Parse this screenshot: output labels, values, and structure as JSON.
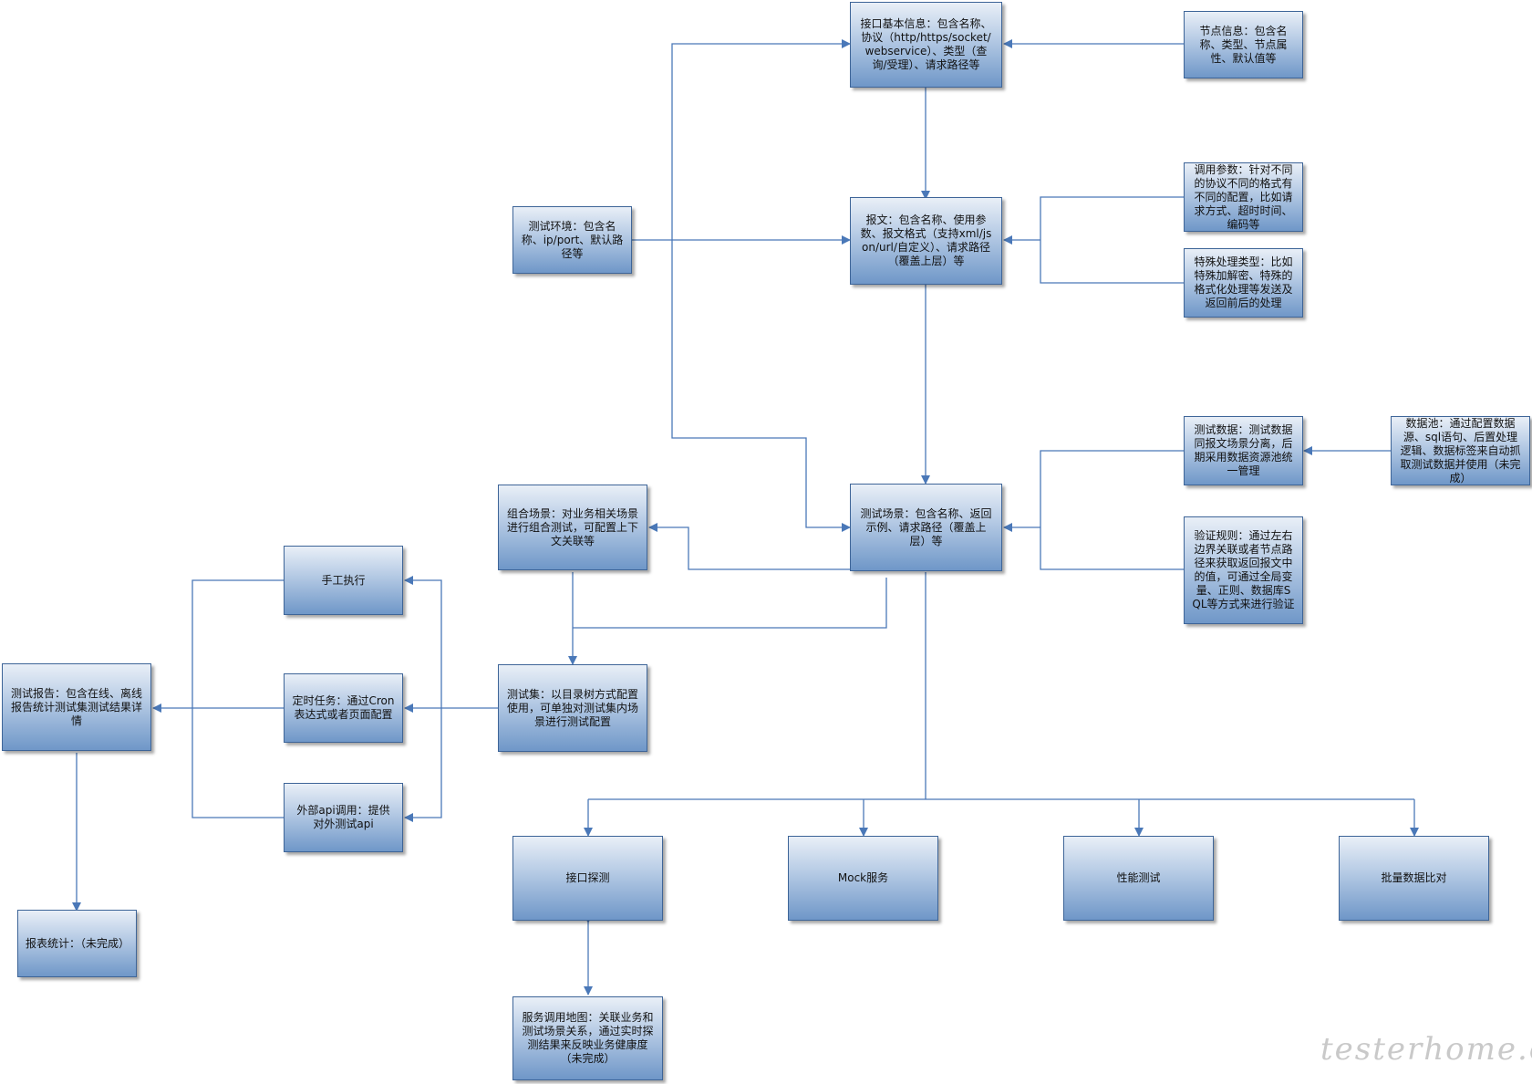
{
  "nodes": {
    "interface_info": "接口基本信息：包含名称、协议（http/https/socket/webservice）、类型（查询/受理）、请求路径等",
    "node_info": "节点信息：包含名称、类型、节点属性、默认值等",
    "test_env": "测试环境：包含名称、ip/port、默认路径等",
    "message": "报文：包含名称、使用参数、报文格式（支持xml/json/url/自定义）、请求路径（覆盖上层）等",
    "call_params": "调用参数：针对不同的协议不同的格式有不同的配置，比如请求方式、超时时间、编码等",
    "special_handling": "特殊处理类型：比如特殊加解密、特殊的格式化处理等发送及返回前后的处理",
    "test_data": "测试数据：测试数据同报文场景分离，后期采用数据资源池统一管理",
    "data_pool": "数据池：通过配置数据源、sql语句、后置处理逻辑、数据标签来自动抓取测试数据并使用（未完成）",
    "verify_rules": "验证规则：通过左右边界关联或者节点路径来获取返回报文中的值，可通过全局变量、正则、数据库SQL等方式来进行验证",
    "test_scene": "测试场景：包含名称、返回示例、请求路径（覆盖上层）等",
    "combo_scene": "组合场景：对业务相关场景进行组合测试，可配置上下文关联等",
    "manual_exec": "手工执行",
    "scheduled_task": "定时任务：通过Cron表达式或者页面配置",
    "external_api": "外部api调用：提供对外测试api",
    "test_report": "测试报告：包含在线、离线报告统计测试集测试结果详情",
    "test_suite": "测试集：以目录树方式配置使用，可单独对测试集内场景进行测试配置",
    "report_stats": "报表统计：（未完成）",
    "interface_probe": "接口探测",
    "mock_service": "Mock服务",
    "perf_test": "性能测试",
    "batch_compare": "批量数据比对",
    "service_map": "服务调用地图：关联业务和测试场景关系，通过实时探测结果来反映业务健康度（未完成）"
  },
  "watermark": "testerhome.com",
  "colors": {
    "line": "#4a78b8",
    "box_border": "#3e6598",
    "box_top": "#e9eff7",
    "box_bottom": "#6f97c8"
  }
}
